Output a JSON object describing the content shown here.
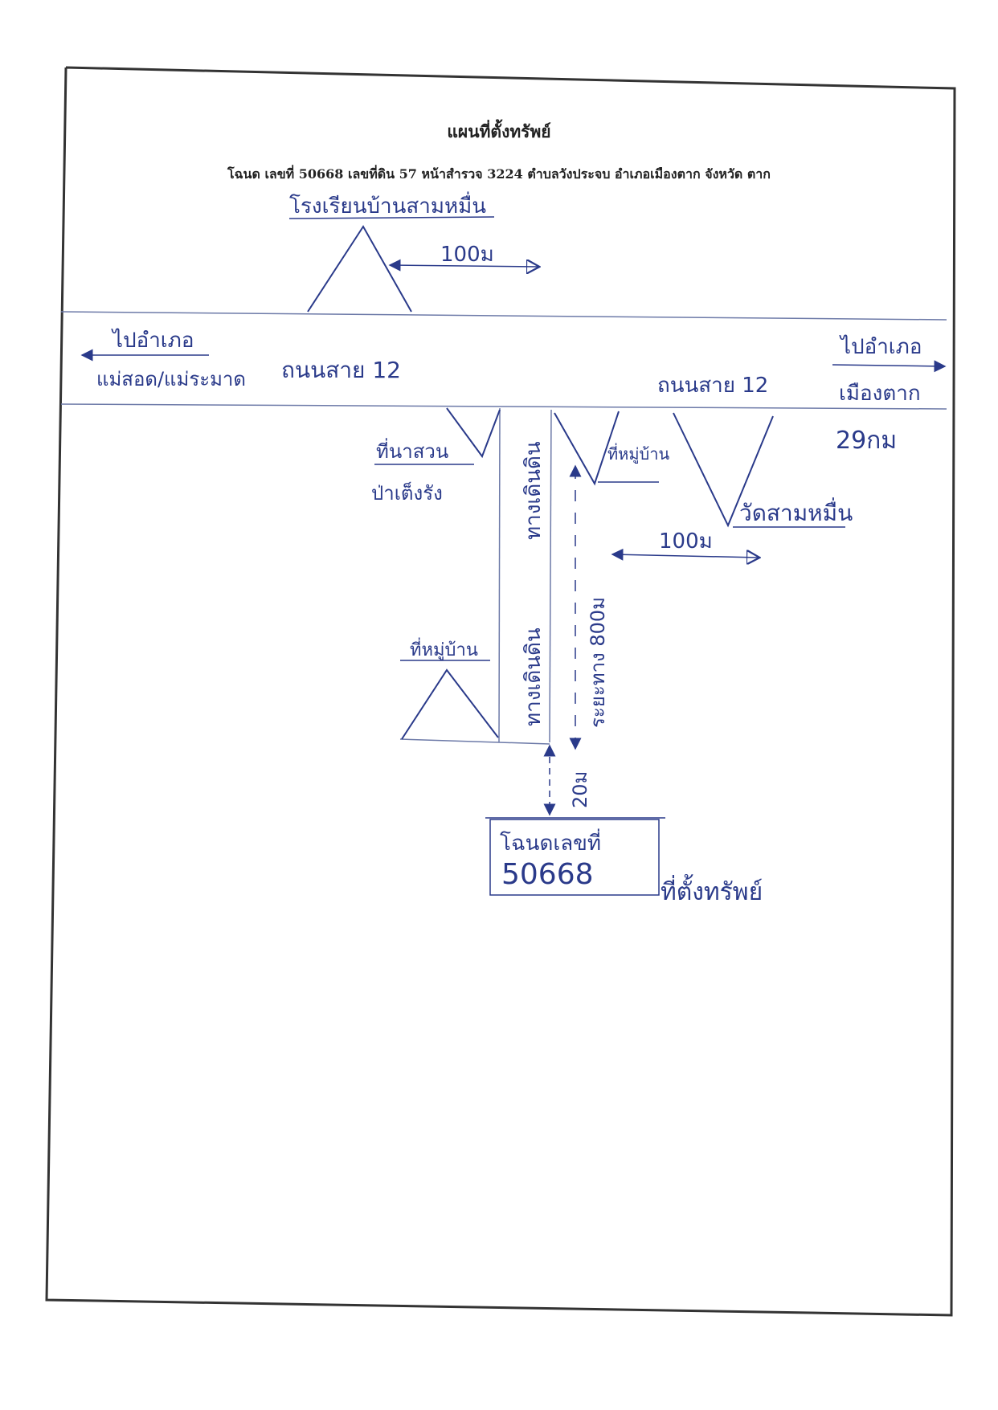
{
  "header": {
    "title": "แผนที่ตั้งทรัพย์",
    "subtitle": "โฉนด เลขที่  50668  เลขที่ดิน  57   หน้าสำรวจ  3224  ตำบลวังประจบ   อำเภอเมืองตาก    จังหวัด ตาก"
  },
  "map": {
    "ink_color": "#2a3a8a",
    "line_color": "#6d7aa8",
    "labels": {
      "school": "โรงเรียนบ้านสามหมื่น",
      "dist_school": "100ม",
      "to_left_1": "ไปอำเภอ",
      "to_left_2": "แม่สอด/แม่ระมาด",
      "road_left": "ถนนสาย 12",
      "road_right": "ถนนสาย 12",
      "to_right_1": "ไปอำเภอ",
      "to_right_2": "เมืองตาก",
      "dist_right": "29กม",
      "farm_1": "ที่นาสวน",
      "farm_2": "ป่าเต็งรัง",
      "village_plot_top": "ที่หมู่บ้าน",
      "temple": "วัดสามหมื่น",
      "dist_temple": "100ม",
      "dirt_road": "ทางเดินดิน",
      "dirt_road_2": "ทางเดินดิน",
      "dist_along": "ระยะทาง 800ม",
      "village_plot_bottom": "ที่หมู่บ้าน",
      "dist_bottom": "20ม",
      "deed_no_label": "โฉนดเลขที่",
      "deed_no": "50668",
      "property_label": "ที่ตั้งทรัพย์"
    }
  }
}
